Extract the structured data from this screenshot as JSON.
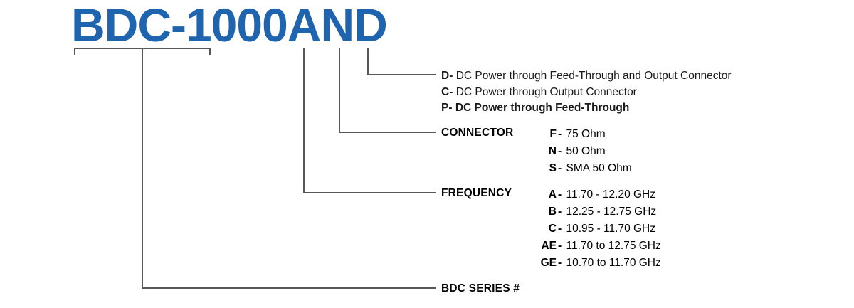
{
  "title": {
    "part_number": "BDC-1000AND",
    "color": "#1f64af"
  },
  "line_color": "#58585a",
  "dc_power": {
    "options": [
      {
        "code": "D",
        "dash": "-",
        "desc": "DC Power through Feed-Through and Output Connector",
        "bold_all": false
      },
      {
        "code": "C",
        "dash": "-",
        "desc": "DC Power through Output Connector",
        "bold_all": false
      },
      {
        "code": "P",
        "dash": "-",
        "desc": "DC Power through Feed-Through",
        "bold_all": true
      }
    ]
  },
  "connector": {
    "label": "CONNECTOR",
    "options": [
      {
        "code": "F",
        "dash": "-",
        "desc": "75 Ohm"
      },
      {
        "code": "N",
        "dash": "-",
        "desc": "50 Ohm"
      },
      {
        "code": "S",
        "dash": "-",
        "desc": "SMA 50 Ohm"
      }
    ]
  },
  "frequency": {
    "label": "FREQUENCY",
    "options": [
      {
        "code": "A",
        "dash": "-",
        "desc": "11.70 - 12.20 GHz"
      },
      {
        "code": "B",
        "dash": "-",
        "desc": "12.25 - 12.75 GHz"
      },
      {
        "code": "C",
        "dash": "-",
        "desc": "10.95 - 11.70 GHz"
      },
      {
        "code": "AE",
        "dash": "-",
        "desc": "11.70 to 12.75 GHz"
      },
      {
        "code": "GE",
        "dash": "-",
        "desc": "10.70 to 11.70 GHz"
      }
    ]
  },
  "series": {
    "label": "BDC SERIES #"
  }
}
